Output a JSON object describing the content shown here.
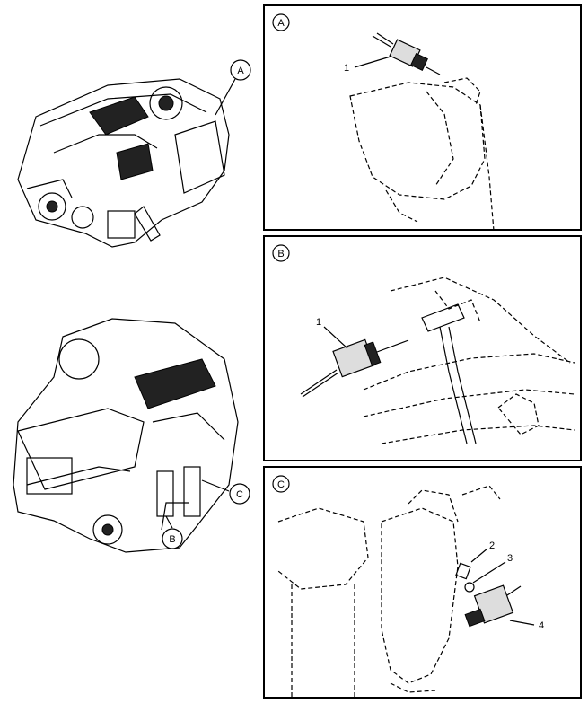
{
  "callouts": {
    "engine_top": "A",
    "engine_bottom_b": "B",
    "engine_bottom_c": "C"
  },
  "panels": {
    "a": {
      "label": "A",
      "items": [
        "1"
      ]
    },
    "b": {
      "label": "B",
      "items": [
        "1"
      ]
    },
    "c": {
      "label": "C",
      "items": [
        "2",
        "3",
        "4"
      ]
    }
  }
}
